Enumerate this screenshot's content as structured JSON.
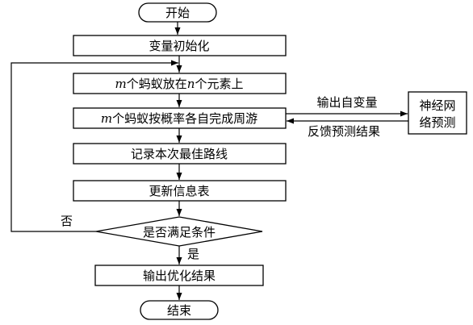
{
  "nodes": {
    "start": "开始",
    "init": "变量初始化",
    "place": {
      "var1": "m",
      "t1": "个蚂蚁放在",
      "var2": "n",
      "t2": "个元素上"
    },
    "tour": {
      "var1": "m",
      "t1": "个蚂蚁按概率各自完成周游"
    },
    "record": "记录本次最佳路线",
    "update": "更新信息表",
    "decision": "是否满足条件",
    "output": "输出优化结果",
    "end": "结束",
    "nn_line1": "神经网",
    "nn_line2": "络预测"
  },
  "edges": {
    "to_nn": "输出自变量",
    "from_nn": "反馈预测结果",
    "yes": "是",
    "no": "否"
  }
}
